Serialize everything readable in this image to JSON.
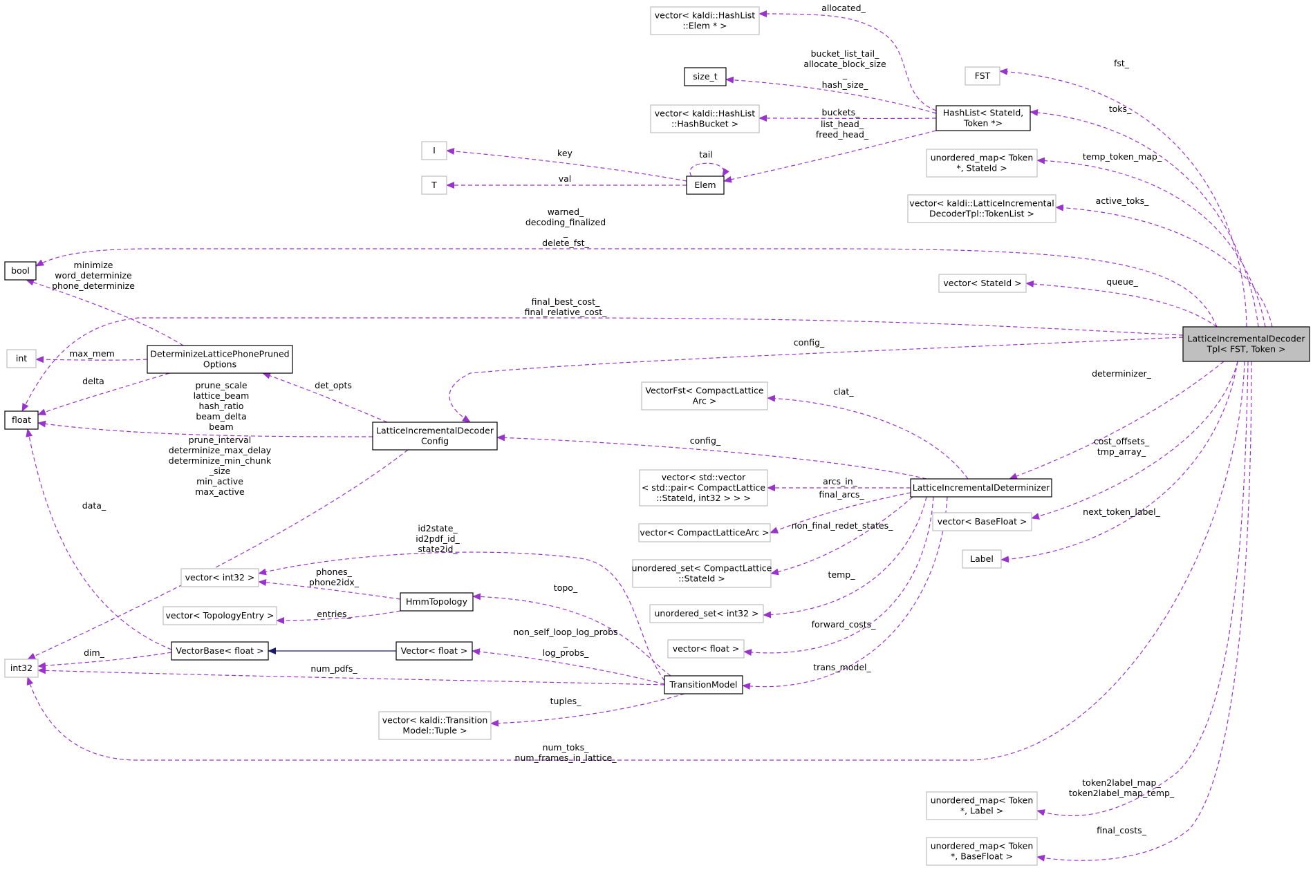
{
  "nodes": [
    {
      "id": "main",
      "lines": [
        "LatticeIncrementalDecoder",
        "Tpl< FST, Token >"
      ],
      "style": "focus"
    },
    {
      "id": "vec_hashlist_elem",
      "lines": [
        "vector< kaldi::HashList",
        "::Elem * >"
      ],
      "style": "grey"
    },
    {
      "id": "fst",
      "lines": [
        "FST"
      ],
      "style": "grey"
    },
    {
      "id": "size_t",
      "lines": [
        "size_t"
      ],
      "style": "solid"
    },
    {
      "id": "hashlist",
      "lines": [
        "HashList< StateId,",
        "Token *>"
      ],
      "style": "solid"
    },
    {
      "id": "vec_hashbucket",
      "lines": [
        "vector< kaldi::HashList",
        "::HashBucket >"
      ],
      "style": "grey"
    },
    {
      "id": "I",
      "lines": [
        "I"
      ],
      "style": "grey"
    },
    {
      "id": "T",
      "lines": [
        "T"
      ],
      "style": "grey"
    },
    {
      "id": "elem",
      "lines": [
        "Elem"
      ],
      "style": "solid"
    },
    {
      "id": "umap_token_stateid",
      "lines": [
        "unordered_map< Token",
        "*, StateId >"
      ],
      "style": "grey"
    },
    {
      "id": "vec_tokenlist",
      "lines": [
        "vector< kaldi::LatticeIncremental",
        "DecoderTpl::TokenList >"
      ],
      "style": "grey"
    },
    {
      "id": "bool",
      "lines": [
        "bool"
      ],
      "style": "solid"
    },
    {
      "id": "vec_stateid",
      "lines": [
        "vector< StateId >"
      ],
      "style": "grey"
    },
    {
      "id": "int",
      "lines": [
        "int"
      ],
      "style": "grey"
    },
    {
      "id": "detopts",
      "lines": [
        "DeterminizeLatticePhonePruned",
        "Options"
      ],
      "style": "solid"
    },
    {
      "id": "float",
      "lines": [
        "float"
      ],
      "style": "solid"
    },
    {
      "id": "lidconfig",
      "lines": [
        "LatticeIncrementalDecoder",
        "Config"
      ],
      "style": "solid"
    },
    {
      "id": "vectorfst",
      "lines": [
        "VectorFst< CompactLattice",
        "Arc >"
      ],
      "style": "grey"
    },
    {
      "id": "vec_pair",
      "lines": [
        "vector< std::vector",
        "< std::pair< CompactLattice",
        "::StateId, int32 > > >"
      ],
      "style": "grey"
    },
    {
      "id": "lid",
      "lines": [
        "LatticeIncrementalDeterminizer"
      ],
      "style": "solid"
    },
    {
      "id": "vec_basefloat",
      "lines": [
        "vector< BaseFloat >"
      ],
      "style": "grey"
    },
    {
      "id": "vec_clarc",
      "lines": [
        "vector< CompactLatticeArc >"
      ],
      "style": "grey"
    },
    {
      "id": "label",
      "lines": [
        "Label"
      ],
      "style": "grey"
    },
    {
      "id": "uset_clstate",
      "lines": [
        "unordered_set< CompactLattice",
        "::StateId >"
      ],
      "style": "grey"
    },
    {
      "id": "vec_int32",
      "lines": [
        "vector< int32 >"
      ],
      "style": "grey"
    },
    {
      "id": "hmm",
      "lines": [
        "HmmTopology"
      ],
      "style": "solid"
    },
    {
      "id": "uset_int32",
      "lines": [
        "unordered_set< int32 >"
      ],
      "style": "grey"
    },
    {
      "id": "vec_topo",
      "lines": [
        "vector< TopologyEntry >"
      ],
      "style": "grey"
    },
    {
      "id": "vec_float",
      "lines": [
        "vector< float >"
      ],
      "style": "grey"
    },
    {
      "id": "int32",
      "lines": [
        "int32"
      ],
      "style": "grey"
    },
    {
      "id": "vecbase",
      "lines": [
        "VectorBase< float >"
      ],
      "style": "solid"
    },
    {
      "id": "vector_float",
      "lines": [
        "Vector< float >"
      ],
      "style": "solid"
    },
    {
      "id": "tm",
      "lines": [
        "TransitionModel"
      ],
      "style": "solid"
    },
    {
      "id": "vec_tuple",
      "lines": [
        "vector< kaldi::Transition",
        "Model::Tuple >"
      ],
      "style": "grey"
    },
    {
      "id": "umap_label",
      "lines": [
        "unordered_map< Token",
        "*, Label >"
      ],
      "style": "grey"
    },
    {
      "id": "umap_basefloat",
      "lines": [
        "unordered_map< Token",
        "*, BaseFloat >"
      ],
      "style": "grey"
    }
  ],
  "edges": [
    {
      "id": "e_allocated",
      "from": "hashlist",
      "to": "vec_hashlist_elem",
      "labels": [
        "allocated_"
      ]
    },
    {
      "id": "e_fst",
      "from": "main",
      "to": "fst",
      "labels": [
        "fst_"
      ]
    },
    {
      "id": "e_sizet",
      "from": "hashlist",
      "to": "size_t",
      "labels": [
        "bucket_list_tail_",
        "allocate_block_size",
        "_",
        "hash_size_"
      ]
    },
    {
      "id": "e_toks",
      "from": "main",
      "to": "hashlist",
      "labels": [
        "toks_"
      ]
    },
    {
      "id": "e_buckets",
      "from": "hashlist",
      "to": "vec_hashbucket",
      "labels": [
        "buckets_"
      ]
    },
    {
      "id": "e_listhead",
      "from": "hashlist",
      "to": "elem",
      "labels": [
        "list_head_",
        "freed_head_"
      ]
    },
    {
      "id": "e_key",
      "from": "elem",
      "to": "I",
      "labels": [
        "key"
      ]
    },
    {
      "id": "e_val",
      "from": "elem",
      "to": "T",
      "labels": [
        "val"
      ]
    },
    {
      "id": "e_tail",
      "from": "elem",
      "to": "elem",
      "labels": [
        "tail"
      ]
    },
    {
      "id": "e_temp_token_map",
      "from": "main",
      "to": "umap_token_stateid",
      "labels": [
        "temp_token_map_"
      ]
    },
    {
      "id": "e_active_toks",
      "from": "main",
      "to": "vec_tokenlist",
      "labels": [
        "active_toks_"
      ]
    },
    {
      "id": "e_bool",
      "from": "main",
      "to": "bool",
      "labels": [
        "warned_",
        "decoding_finalized",
        "_",
        "delete_fst_"
      ]
    },
    {
      "id": "e_bool2",
      "from": "detopts",
      "to": "bool",
      "labels": [
        "minimize",
        "word_determinize",
        "phone_determinize"
      ]
    },
    {
      "id": "e_queue",
      "from": "main",
      "to": "vec_stateid",
      "labels": [
        "queue_"
      ]
    },
    {
      "id": "e_float_main",
      "from": "main",
      "to": "float",
      "labels": [
        "final_best_cost_",
        "final_relative_cost_"
      ]
    },
    {
      "id": "e_maxmem",
      "from": "detopts",
      "to": "int",
      "labels": [
        "max_mem"
      ]
    },
    {
      "id": "e_delta",
      "from": "detopts",
      "to": "float",
      "labels": [
        "delta"
      ]
    },
    {
      "id": "e_config_main",
      "from": "main",
      "to": "lidconfig",
      "labels": [
        "config_"
      ]
    },
    {
      "id": "e_detopts",
      "from": "lidconfig",
      "to": "detopts",
      "labels": [
        "det_opts"
      ]
    },
    {
      "id": "e_float_cfg",
      "from": "lidconfig",
      "to": "float",
      "labels": [
        "prune_scale",
        "lattice_beam",
        "hash_ratio",
        "beam_delta",
        "beam"
      ]
    },
    {
      "id": "e_determinizer",
      "from": "main",
      "to": "lid",
      "labels": [
        "determinizer_"
      ]
    },
    {
      "id": "e_clat",
      "from": "lid",
      "to": "vectorfst",
      "labels": [
        "clat_"
      ]
    },
    {
      "id": "e_config_lid",
      "from": "lid",
      "to": "lidconfig",
      "labels": [
        "config_"
      ]
    },
    {
      "id": "e_int32_cfg",
      "from": "lidconfig",
      "to": "int32",
      "labels": [
        "prune_interval",
        "determinize_max_delay",
        "determinize_min_chunk",
        "_size",
        "min_active",
        "max_active"
      ]
    },
    {
      "id": "e_arcs_in",
      "from": "lid",
      "to": "vec_pair",
      "labels": [
        "arcs_in_"
      ]
    },
    {
      "id": "e_cost_offsets",
      "from": "main",
      "to": "vec_basefloat",
      "labels": [
        "cost_offsets_",
        "tmp_array_"
      ]
    },
    {
      "id": "e_final_arcs",
      "from": "lid",
      "to": "vec_clarc",
      "labels": [
        "final_arcs_"
      ]
    },
    {
      "id": "e_next_token_label",
      "from": "main",
      "to": "label",
      "labels": [
        "next_token_label_"
      ]
    },
    {
      "id": "e_non_final",
      "from": "lid",
      "to": "uset_clstate",
      "labels": [
        "non_final_redet_states_"
      ]
    },
    {
      "id": "e_data",
      "from": "vecbase",
      "to": "float",
      "labels": [
        "data_"
      ]
    },
    {
      "id": "e_id2state",
      "from": "tm",
      "to": "vec_int32",
      "labels": [
        "id2state_",
        "id2pdf_id_",
        "state2id_"
      ]
    },
    {
      "id": "e_phones",
      "from": "hmm",
      "to": "vec_int32",
      "labels": [
        "phones_",
        "phone2idx_"
      ]
    },
    {
      "id": "e_topo",
      "from": "tm",
      "to": "hmm",
      "labels": [
        "topo_"
      ]
    },
    {
      "id": "e_temp",
      "from": "lid",
      "to": "uset_int32",
      "labels": [
        "temp_"
      ]
    },
    {
      "id": "e_entries",
      "from": "hmm",
      "to": "vec_topo",
      "labels": [
        "entries_"
      ]
    },
    {
      "id": "e_forward_costs",
      "from": "lid",
      "to": "vec_float",
      "labels": [
        "forward_costs_"
      ]
    },
    {
      "id": "e_logprobs",
      "from": "tm",
      "to": "vector_float",
      "labels": [
        "non_self_loop_log_probs",
        "_",
        "log_probs_"
      ]
    },
    {
      "id": "e_inherit",
      "from": "vector_float",
      "to": "vecbase",
      "labels": []
    },
    {
      "id": "e_dim",
      "from": "vecbase",
      "to": "int32",
      "labels": [
        "dim_"
      ]
    },
    {
      "id": "e_num_pdfs",
      "from": "tm",
      "to": "int32",
      "labels": [
        "num_pdfs_"
      ]
    },
    {
      "id": "e_trans_model",
      "from": "lid",
      "to": "tm",
      "labels": [
        "trans_model_"
      ]
    },
    {
      "id": "e_tuples",
      "from": "tm",
      "to": "vec_tuple",
      "labels": [
        "tuples_"
      ]
    },
    {
      "id": "e_num_toks",
      "from": "main",
      "to": "int32",
      "labels": [
        "num_toks_",
        "num_frames_in_lattice_"
      ]
    },
    {
      "id": "e_token2label",
      "from": "main",
      "to": "umap_label",
      "labels": [
        "token2label_map_",
        "token2label_map_temp_"
      ]
    },
    {
      "id": "e_final_costs",
      "from": "main",
      "to": "umap_basefloat",
      "labels": [
        "final_costs_"
      ]
    }
  ]
}
